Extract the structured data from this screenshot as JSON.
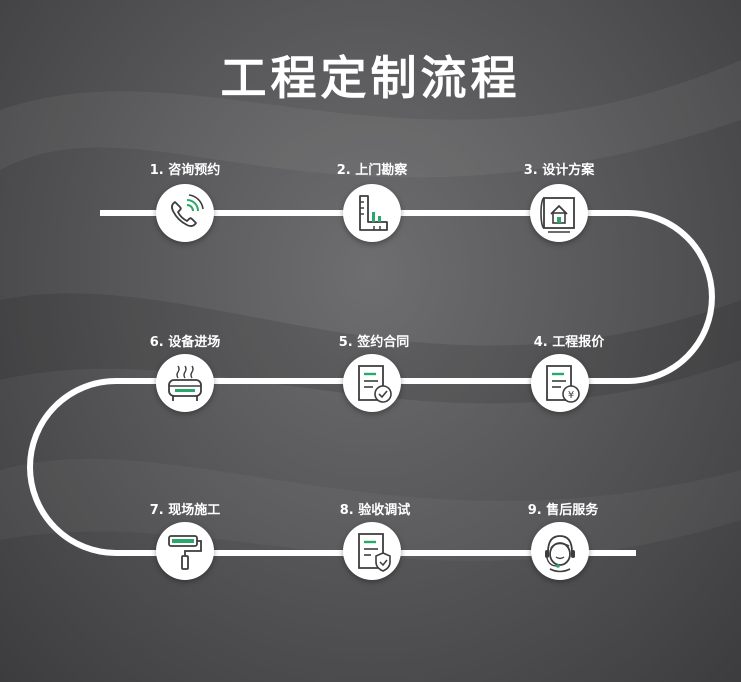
{
  "title": "工程定制流程",
  "colors": {
    "line": "#ffffff",
    "accent": "#2aa76a",
    "icon_stroke": "#3d3d3d"
  },
  "steps": [
    {
      "label": "1. 咨询预约",
      "icon": "phone-icon"
    },
    {
      "label": "2. 上门勘察",
      "icon": "ruler-icon"
    },
    {
      "label": "3. 设计方案",
      "icon": "blueprint-house-icon"
    },
    {
      "label": "4. 工程报价",
      "icon": "quote-document-icon"
    },
    {
      "label": "5. 签约合同",
      "icon": "contract-check-icon"
    },
    {
      "label": "6. 设备进场",
      "icon": "equipment-icon"
    },
    {
      "label": "7. 现场施工",
      "icon": "paint-roller-icon"
    },
    {
      "label": "8. 验收调试",
      "icon": "document-shield-icon"
    },
    {
      "label": "9. 售后服务",
      "icon": "support-agent-icon"
    }
  ]
}
